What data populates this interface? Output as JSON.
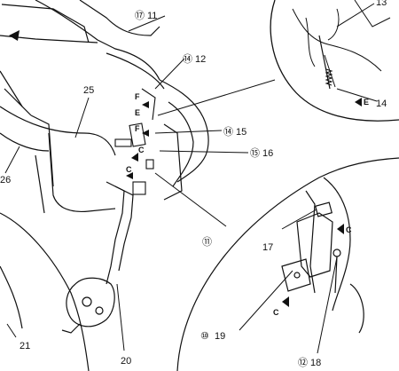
{
  "callouts": {
    "c11": {
      "mark": "⑰",
      "num": "11"
    },
    "c12": {
      "mark": "⑭",
      "num": "12"
    },
    "c13": {
      "mark": "",
      "num": "13"
    },
    "c14": {
      "mark": "",
      "num": "14"
    },
    "c15": {
      "mark": "⑭",
      "num": "15"
    },
    "c16": {
      "mark": "⑮",
      "num": "16"
    },
    "c17": {
      "mark": "",
      "num": "17"
    },
    "c18": {
      "mark": "⑫",
      "num": "18"
    },
    "c19": {
      "mark": "⑩",
      "num": "19"
    },
    "c20": {
      "mark": "",
      "num": "20"
    },
    "c21": {
      "mark": "",
      "num": "21"
    },
    "c25": {
      "mark": "",
      "num": "25"
    },
    "c26": {
      "mark": "",
      "num": "26"
    },
    "detail_mark": "⑪"
  },
  "letters": {
    "f": "F",
    "e": "E",
    "c": "C"
  }
}
